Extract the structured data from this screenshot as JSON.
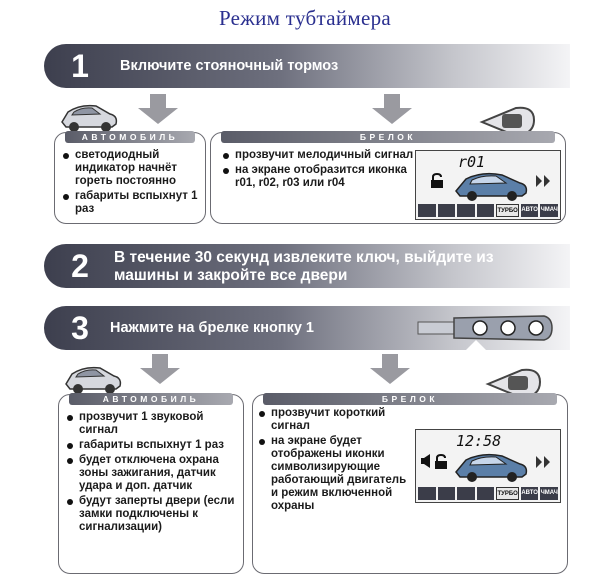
{
  "title": "Режим тубтаймера",
  "steps": [
    {
      "num": "1",
      "text": "Включите стояночный тормоз"
    },
    {
      "num": "2",
      "text": "В течение 30 секунд извлеките ключ, выйдите из машины и закройте все двери"
    },
    {
      "num": "3",
      "text": "Нажмите на брелке кнопку 1"
    }
  ],
  "step1": {
    "car_panel": {
      "header": "АВТОМОБИЛЬ",
      "bullets": [
        "светодиодный индикатор начнёт гореть постоянно",
        "габариты вспыхнут 1 раз"
      ]
    },
    "fob_panel": {
      "header": "БРЕЛОК",
      "bullets": [
        "прозвучит мелодичный сигнал",
        "на экране отобразится иконка r01, r02, r03 или r04"
      ],
      "lcd_text": "r01",
      "lcd_icons": [
        "",
        "",
        "",
        "",
        "",
        "ТУРБО",
        "АВТО",
        "ЧМАЧ"
      ]
    }
  },
  "step3": {
    "car_panel": {
      "header": "АВТОМОБИЛЬ",
      "bullets": [
        "прозвучит 1 звуковой сигнал",
        "габариты вспыхнут 1 раз",
        "будет отключена охрана зоны зажигания, датчик удара и доп. датчик",
        "будут заперты двери (если замки подключены к сигнализации)"
      ]
    },
    "fob_panel": {
      "header": "БРЕЛОК",
      "bullets": [
        "прозвучит короткий сигнал",
        "на экране будет отображены иконки символизирующие работающий двигатель и режим включенной охраны"
      ],
      "lcd_text": "12:58",
      "lcd_icons": [
        "",
        "",
        "",
        "",
        "",
        "ТУРБО",
        "АВТО",
        "ЧМАЧ"
      ]
    }
  },
  "colors": {
    "title": "#2a2f8f",
    "banner_dark": "#3d3f4e",
    "arrow": "#9a9aa0",
    "lcd_icon": "#3b3d49"
  },
  "icons": [
    "car-icon",
    "remote-fob-icon",
    "padlock-icon",
    "speaker-icon"
  ]
}
